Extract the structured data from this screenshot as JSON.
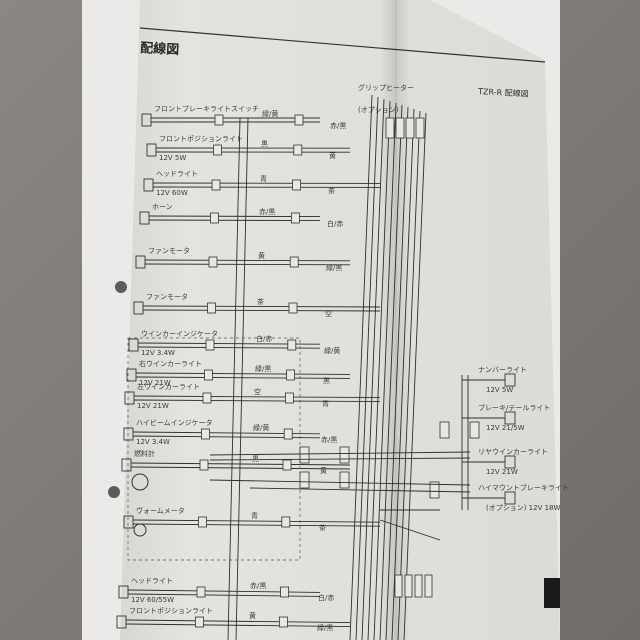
{
  "photo": {
    "subject": "wiring-diagram-manual-page",
    "colors": {
      "background": "#7e7b78",
      "binder_page": "#e9e8e6",
      "page": "#e3e2de",
      "ink": "#2c2c2c",
      "tab": "#1a1a1a"
    }
  },
  "page": {
    "title": "配線図",
    "model_label": "TZR-R 配線図",
    "components": [
      {
        "name": "フロントブレーキライトスイッチ",
        "spec": ""
      },
      {
        "name": "フロントポジションライト",
        "spec": "12V 5W"
      },
      {
        "name": "ヘッドライト",
        "spec": "12V 60W"
      },
      {
        "name": "ホーン",
        "spec": ""
      },
      {
        "name": "ファンモータ",
        "spec": ""
      },
      {
        "name": "ファンモータ",
        "spec": ""
      },
      {
        "name": "ウインカーインジケータ",
        "spec": "12V 3.4W"
      },
      {
        "name": "右ウインカーライト",
        "spec": "12V 21W"
      },
      {
        "name": "左ウインカーライト",
        "spec": "12V 21W"
      },
      {
        "name": "ハイビームインジケータ",
        "spec": "12V 3.4W"
      },
      {
        "name": "燃料計",
        "spec": ""
      },
      {
        "name": "ヴォームメータ",
        "spec": ""
      },
      {
        "name": "ヘッドライト",
        "spec": "12V 60/55W"
      },
      {
        "name": "フロントポジションライト",
        "spec": ""
      }
    ],
    "right_components": [
      {
        "name": "ナンバーライト",
        "spec": "12V 5W"
      },
      {
        "name": "ブレーキ/テールライト",
        "spec": "12V 21/5W"
      },
      {
        "name": "リヤウインカーライト",
        "spec": "12V 21W"
      },
      {
        "name": "ハイマウントブレーキライト",
        "spec": "(オプション) 12V 18W"
      }
    ],
    "grip_heater": {
      "name": "グリップヒーター",
      "note": "(オプション)"
    },
    "wire_colors": [
      "緑/黄",
      "黒",
      "青",
      "赤/黒",
      "黄",
      "茶",
      "白/赤",
      "緑/黒",
      "空"
    ]
  }
}
